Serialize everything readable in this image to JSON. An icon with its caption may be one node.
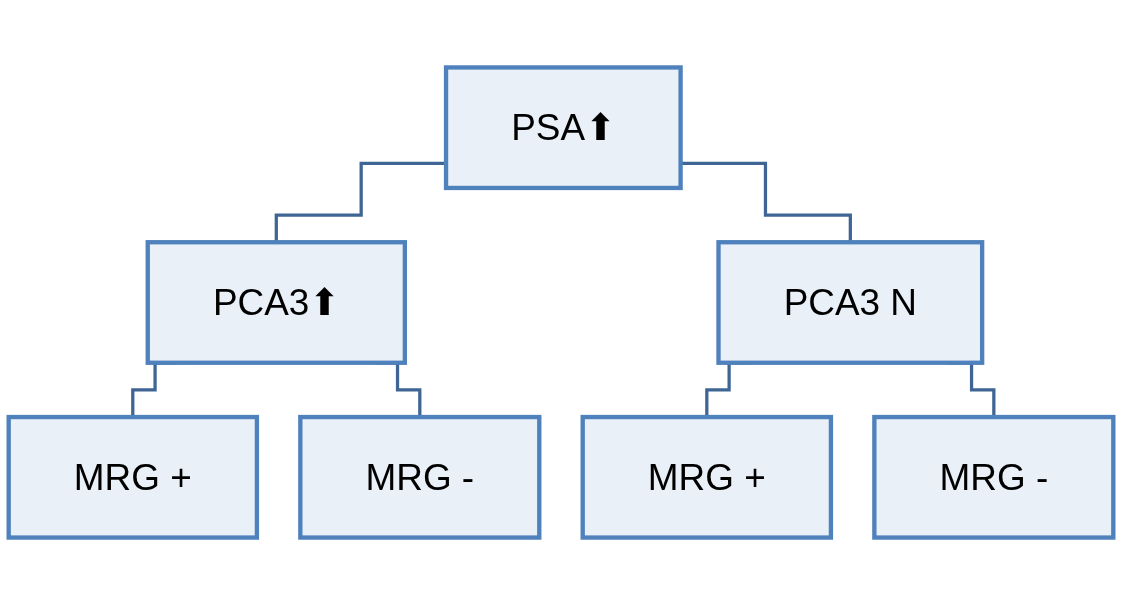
{
  "diagram": {
    "nodes": [
      {
        "text": [
          "PSA⬆"
        ]
      },
      {
        "text": [
          "PCA3⬆"
        ]
      },
      {
        "text": [
          "PCA3 N"
        ]
      },
      {
        "text": [
          "MRG +"
        ]
      },
      {
        "text": [
          "MRG -"
        ]
      },
      {
        "text": [
          "MRG +"
        ]
      },
      {
        "text": [
          "MRG -"
        ]
      }
    ],
    "edges": [
      {
        "from": 0,
        "to": 1,
        "arrow": "none"
      },
      {
        "from": 0,
        "to": 2,
        "arrow": "none"
      },
      {
        "from": 1,
        "to": 3,
        "arrow": "none"
      },
      {
        "from": 1,
        "to": 4,
        "arrow": "none"
      },
      {
        "from": 2,
        "to": 5,
        "arrow": "none"
      },
      {
        "from": 2,
        "to": 6,
        "arrow": "none"
      }
    ]
  }
}
